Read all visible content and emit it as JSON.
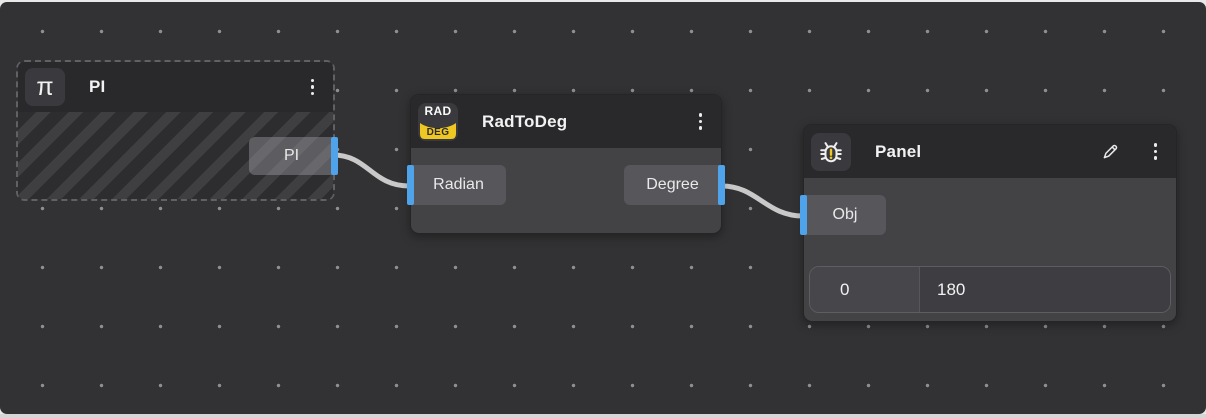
{
  "editor": {
    "background_color": "#323234",
    "dot_color": "#8f8f8f",
    "accent_blue": "#4ea3ea",
    "wire_color": "#c9c9c9",
    "accent_yellow": "#eec722"
  },
  "nodes": {
    "pi": {
      "title": "PI",
      "icon_name": "pi-icon",
      "icon_glyph": "π",
      "menu_icon": "kebab-menu-icon",
      "output_pin": "PI"
    },
    "rad_to_deg": {
      "title": "RadToDeg",
      "icon_name": "rad-deg-icon",
      "icon_top": "RAD",
      "icon_bottom": "DEG",
      "menu_icon": "kebab-menu-icon",
      "input_pin": "Radian",
      "output_pin": "Degree"
    },
    "panel": {
      "title": "Panel",
      "icon_name": "bug-icon",
      "edit_icon": "pencil-icon",
      "menu_icon": "kebab-menu-icon",
      "input_pin": "Obj",
      "values": [
        "0",
        "180"
      ]
    }
  }
}
